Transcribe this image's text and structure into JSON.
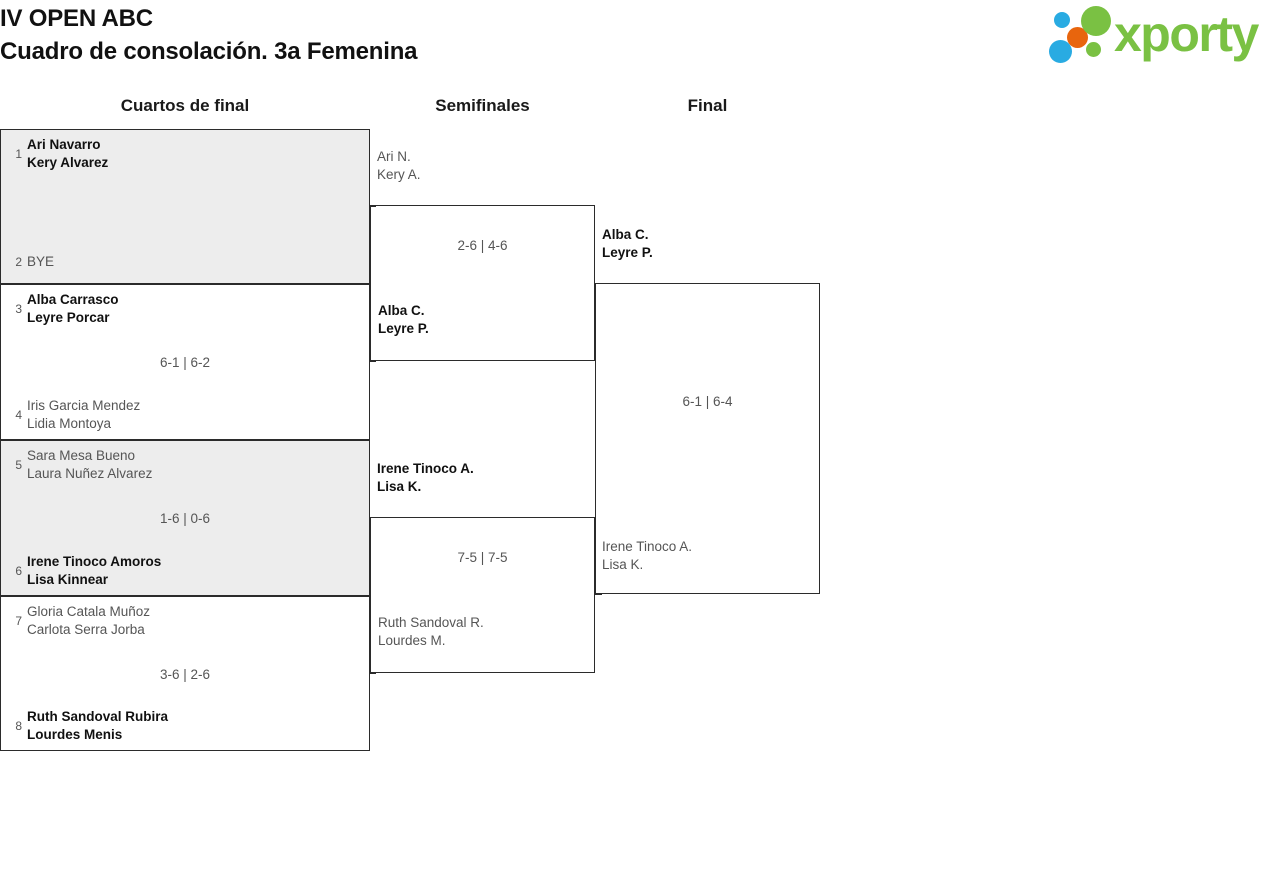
{
  "header": {
    "title_line1": "IV OPEN ABC",
    "title_line2": "Cuadro de consolación. 3a Femenina"
  },
  "logo": {
    "wordmark": "xporty",
    "colors": {
      "green": "#7ac143",
      "blue": "#29abe2",
      "orange": "#e8650d"
    }
  },
  "rounds": [
    {
      "id": "quarterfinals",
      "label": "Cuartos de final"
    },
    {
      "id": "semifinals",
      "label": "Semifinales"
    },
    {
      "id": "final",
      "label": "Final"
    }
  ],
  "colors": {
    "winner_text": "#111111",
    "loser_text": "#555555",
    "shaded_background": "#ededed",
    "box_border": "#2b2b2b"
  },
  "matches": {
    "qf1": {
      "shaded": true,
      "top": {
        "seed": "1",
        "name1": "Ari Navarro",
        "name2": "Kery Alvarez",
        "winner": true
      },
      "bottom": {
        "seed": "2",
        "name1": "BYE",
        "name2": "",
        "winner": false
      },
      "score": ""
    },
    "qf2": {
      "shaded": false,
      "top": {
        "seed": "3",
        "name1": "Alba Carrasco",
        "name2": "Leyre Porcar",
        "winner": true
      },
      "bottom": {
        "seed": "4",
        "name1": "Iris Garcia Mendez",
        "name2": "Lidia Montoya",
        "winner": false
      },
      "score": "6-1 | 6-2"
    },
    "qf3": {
      "shaded": true,
      "top": {
        "seed": "5",
        "name1": "Sara Mesa Bueno",
        "name2": "Laura Nuñez Alvarez",
        "winner": false
      },
      "bottom": {
        "seed": "6",
        "name1": "Irene Tinoco Amoros",
        "name2": "Lisa Kinnear",
        "winner": true
      },
      "score": "1-6 | 0-6"
    },
    "qf4": {
      "shaded": false,
      "top": {
        "seed": "7",
        "name1": "Gloria Catala Muñoz",
        "name2": "Carlota Serra Jorba",
        "winner": false
      },
      "bottom": {
        "seed": "8",
        "name1": "Ruth Sandoval Rubira",
        "name2": "Lourdes Menis",
        "winner": true
      },
      "score": "3-6 | 2-6"
    },
    "sf1": {
      "shaded": false,
      "top": {
        "seed": "",
        "name1": "Ari N.",
        "name2": "Kery A.",
        "winner": false
      },
      "bottom": {
        "seed": "",
        "name1": "Alba C.",
        "name2": "Leyre P.",
        "winner": true
      },
      "score": "2-6 | 4-6"
    },
    "sf2": {
      "shaded": false,
      "top": {
        "seed": "",
        "name1": "Irene Tinoco A.",
        "name2": "Lisa K.",
        "winner": true
      },
      "bottom": {
        "seed": "",
        "name1": "Ruth Sandoval R.",
        "name2": "Lourdes M.",
        "winner": false
      },
      "score": "7-5 | 7-5"
    },
    "final": {
      "shaded": false,
      "top": {
        "seed": "",
        "name1": "Alba C.",
        "name2": "Leyre P.",
        "winner": true
      },
      "bottom": {
        "seed": "",
        "name1": "Irene Tinoco A.",
        "name2": "Lisa K.",
        "winner": false
      },
      "score": "6-1 | 6-4"
    }
  }
}
